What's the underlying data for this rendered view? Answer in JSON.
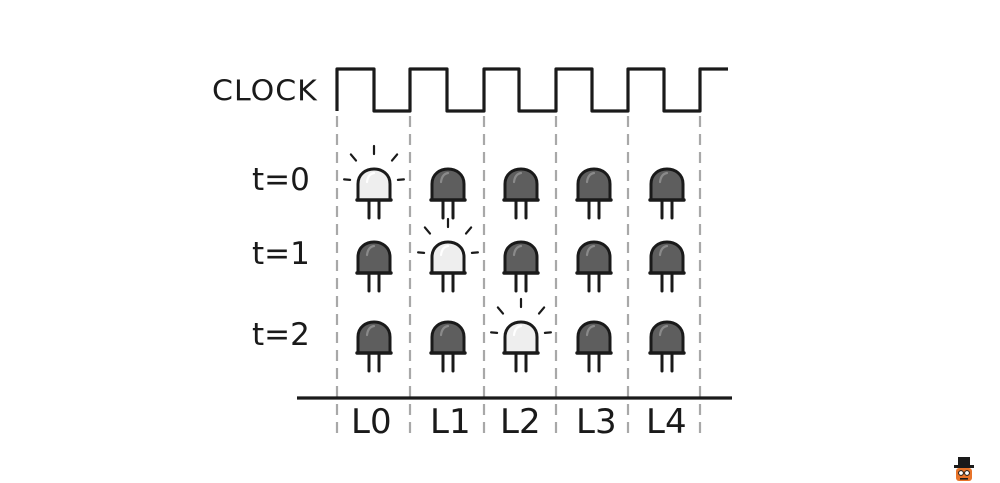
{
  "diagram": {
    "clock_label": "CLOCK",
    "rows": [
      {
        "label": "t=0",
        "lit_column": 0
      },
      {
        "label": "t=1",
        "lit_column": 1
      },
      {
        "label": "t=2",
        "lit_column": 2
      }
    ],
    "columns": [
      "L0",
      "L1",
      "L2",
      "L3",
      "L4"
    ],
    "colors": {
      "ink": "#1a1a1a",
      "led_off": "#5e5e5e",
      "led_on": "#eeeeee",
      "dashed_line": "#a8a8a8"
    }
  },
  "logo": {
    "icon": "top-hat-character-icon"
  }
}
